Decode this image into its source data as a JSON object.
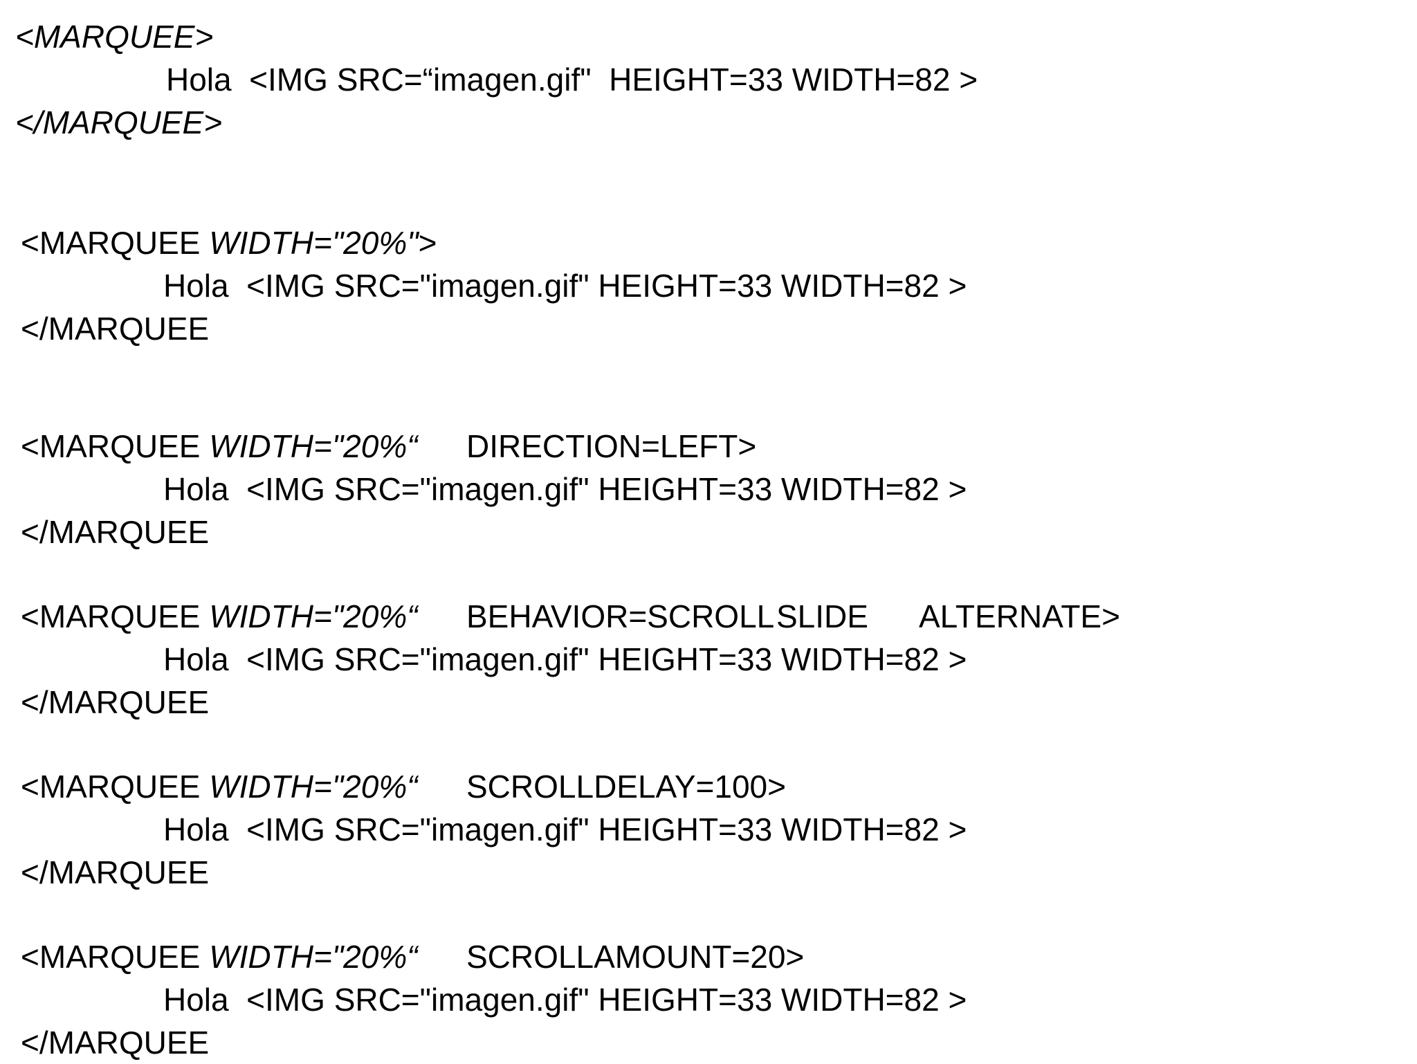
{
  "blocks": [
    {
      "open_tag": "<MARQUEE>",
      "content_line": "Hola  <IMG SRC=“imagen.gif\"  HEIGHT=33 WIDTH=82 >",
      "close_tag": "</MARQUEE>"
    },
    {
      "open_prefix": "<MARQUEE ",
      "open_width": "WIDTH=\"20%\"",
      "open_suffix": ">",
      "content_line": "Hola  <IMG SRC=\"imagen.gif\" HEIGHT=33 WIDTH=82 >",
      "close_tag": "</MARQUEE"
    },
    {
      "open_prefix": "<MARQUEE ",
      "open_width": "WIDTH=\"20%“",
      "attribute": "DIRECTION=LEFT>",
      "content_line": "Hola  <IMG SRC=\"imagen.gif\" HEIGHT=33 WIDTH=82 >",
      "close_tag": "</MARQUEE"
    },
    {
      "open_prefix": "<MARQUEE ",
      "open_width": "WIDTH=\"20%“",
      "attribute": "BEHAVIOR=SCROLL",
      "option_slide": "SLIDE",
      "option_alternate": "ALTERNATE>",
      "content_line": "Hola  <IMG SRC=\"imagen.gif\" HEIGHT=33 WIDTH=82 >",
      "close_tag": "</MARQUEE"
    },
    {
      "open_prefix": "<MARQUEE ",
      "open_width": "WIDTH=\"20%“",
      "attribute": "SCROLLDELAY=100>",
      "content_line": "Hola  <IMG SRC=\"imagen.gif\" HEIGHT=33 WIDTH=82 >",
      "close_tag": "</MARQUEE"
    },
    {
      "open_prefix": "<MARQUEE ",
      "open_width": "WIDTH=\"20%“",
      "attribute": "SCROLLAMOUNT=20>",
      "content_line": "Hola  <IMG SRC=\"imagen.gif\" HEIGHT=33 WIDTH=82 >",
      "close_tag": "</MARQUEE"
    }
  ]
}
